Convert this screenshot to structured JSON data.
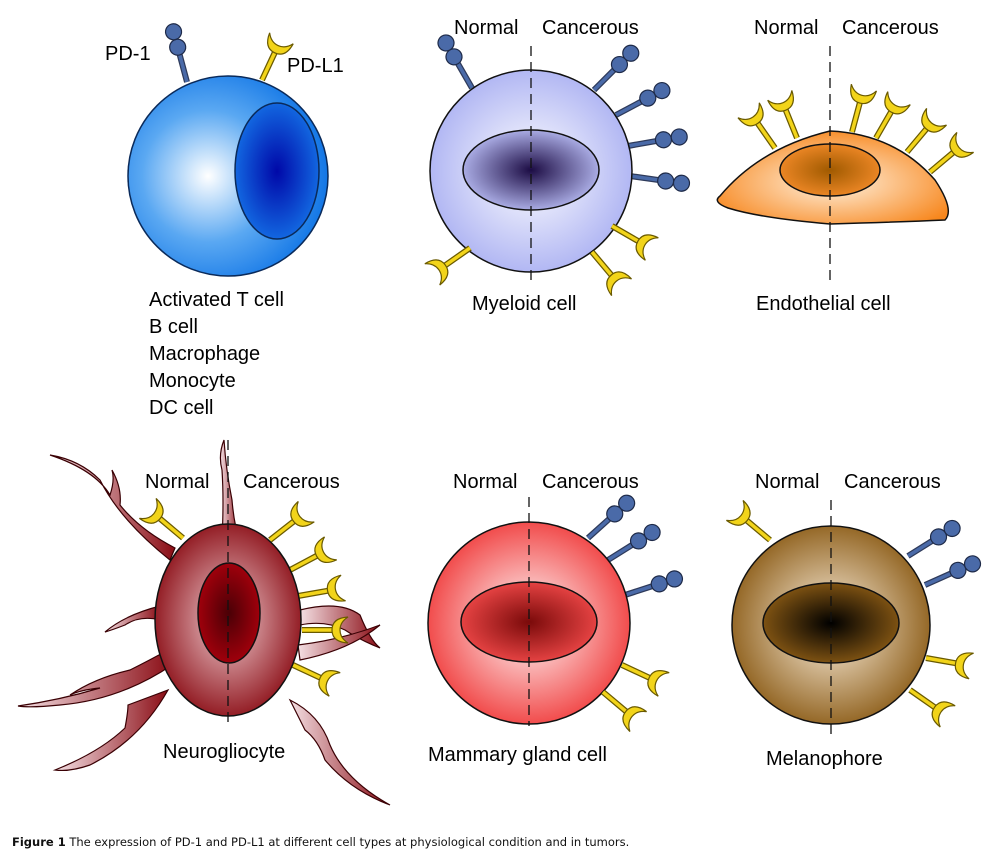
{
  "figure": {
    "caption_label": "Figure 1",
    "caption_text": "The expression of PD-1 and PD-L1 at different cell types at physiological condition and in tumors."
  },
  "legend": {
    "pd1": "PD-1",
    "pdl1": "PD-L1"
  },
  "halves": {
    "normal": "Normal",
    "cancerous": "Cancerous"
  },
  "immune_cell": {
    "types": [
      "Activated T cell",
      "B cell",
      "Macrophage",
      "Monocyte",
      "DC cell"
    ],
    "color": "#1a7ee8"
  },
  "cells": [
    {
      "name": "Myeloid cell",
      "color": "#b9bdf5",
      "normal": {
        "pd1": 1,
        "pdl1": 1
      },
      "cancerous": {
        "pd1": 4,
        "pdl1": 2
      }
    },
    {
      "name": "Endothelial cell",
      "color": "#f7902a",
      "normal": {
        "pd1": 0,
        "pdl1": 2
      },
      "cancerous": {
        "pd1": 0,
        "pdl1": 4
      }
    },
    {
      "name": "Neurogliocyte",
      "color": "#8c0c14",
      "normal": {
        "pd1": 0,
        "pdl1": 1
      },
      "cancerous": {
        "pd1": 0,
        "pdl1": 5
      }
    },
    {
      "name": "Mammary gland cell",
      "color": "#f04848",
      "normal": {
        "pd1": 0,
        "pdl1": 0
      },
      "cancerous": {
        "pd1": 3,
        "pdl1": 2
      }
    },
    {
      "name": "Melanophore",
      "color": "#8a5a14",
      "normal": {
        "pd1": 0,
        "pdl1": 1
      },
      "cancerous": {
        "pd1": 2,
        "pdl1": 2
      }
    }
  ],
  "colors": {
    "pd1": "#4a6aa8",
    "pdl1": "#f2d41a"
  }
}
